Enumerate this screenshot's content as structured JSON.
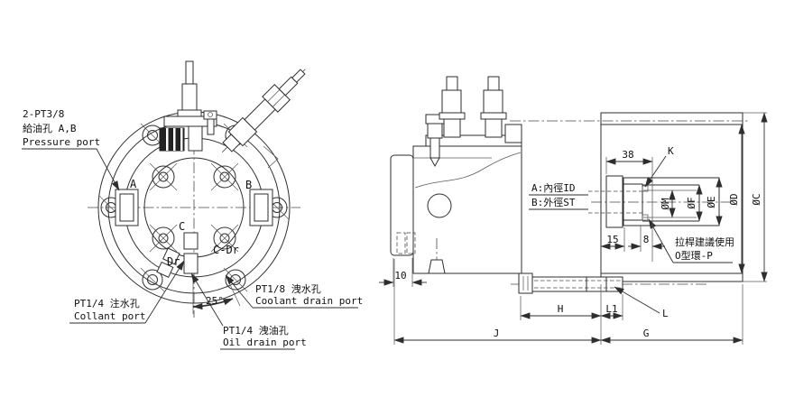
{
  "front_view": {
    "notes": {
      "pressure": {
        "l1": "2-PT3/8",
        "l2": "給油孔 A,B",
        "l3": "Pressure port"
      },
      "coolant": {
        "l1": "PT1/4 注水孔",
        "l2": "Collant port"
      },
      "coolant_drain": {
        "l1": "PT1/8 洩水孔",
        "l2": "Coolant drain port"
      },
      "oil_drain": {
        "l1": "PT1/4 洩油孔",
        "l2": "Oil drain port"
      }
    },
    "labels": {
      "a": "A",
      "b": "B",
      "c": "C",
      "c_dr": "C-Dr",
      "dr": "Dr",
      "angle": "25°"
    }
  },
  "side_view": {
    "notes": {
      "bore": {
        "l1": "A:內徑ID",
        "l2": "B:外徑ST"
      },
      "oring": {
        "l1": "拉桿建議使用",
        "l2": "O型環-P"
      }
    },
    "dims": {
      "w38": "38",
      "k": "K",
      "m": "ØM",
      "f": "ØF",
      "e": "ØE",
      "d": "ØD",
      "c": "ØC",
      "w15": "15",
      "w8": "8",
      "w10": "10",
      "h": "H",
      "l1": "L1",
      "l": "L",
      "j": "J",
      "g": "G"
    }
  },
  "colors": {
    "line": "#2e2e2e",
    "background": "#ffffff"
  }
}
